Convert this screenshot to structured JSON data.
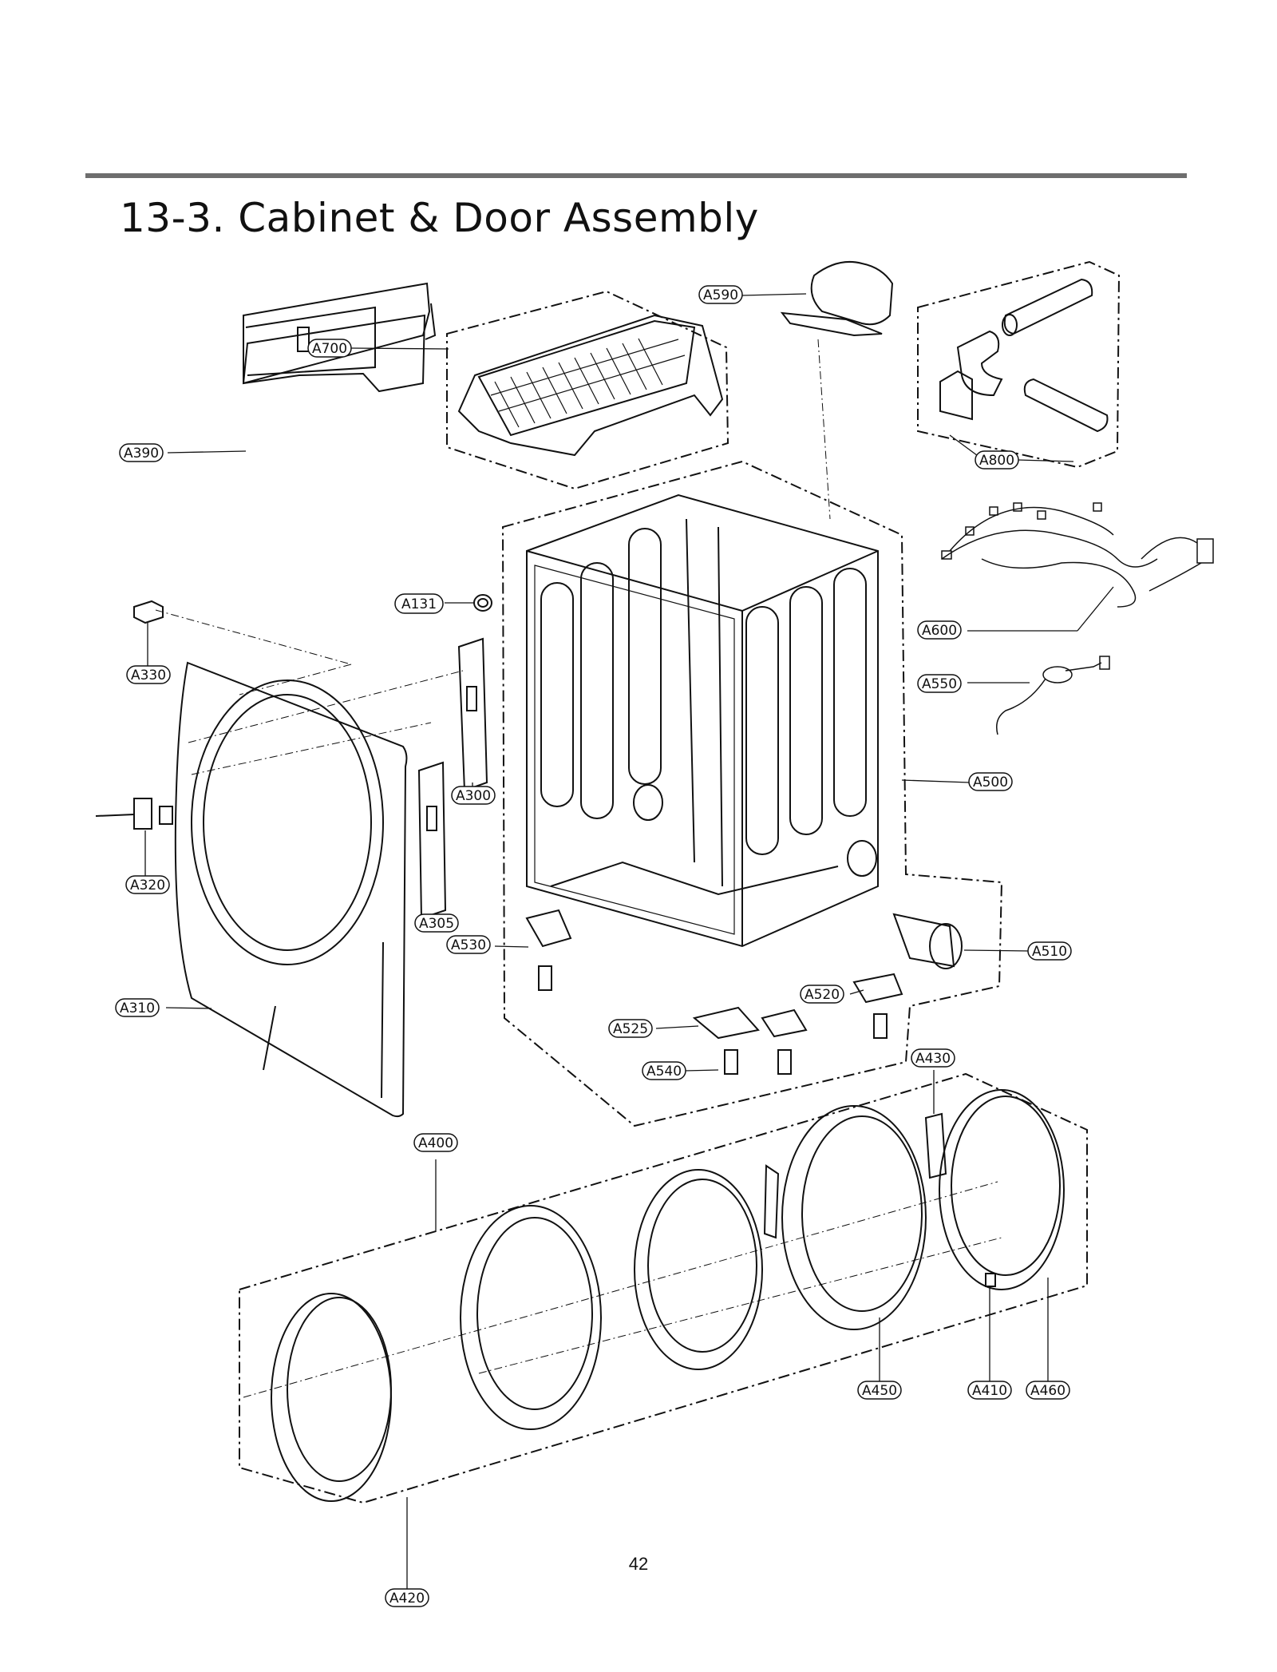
{
  "page": {
    "title": "13-3. Cabinet & Door Assembly",
    "page_number": "42"
  },
  "callouts": [
    {
      "id": "A590"
    },
    {
      "id": "A700"
    },
    {
      "id": "A390"
    },
    {
      "id": "A800"
    },
    {
      "id": "A131"
    },
    {
      "id": "A330"
    },
    {
      "id": "A600"
    },
    {
      "id": "A550"
    },
    {
      "id": "A300"
    },
    {
      "id": "A500"
    },
    {
      "id": "A320"
    },
    {
      "id": "A305"
    },
    {
      "id": "A530"
    },
    {
      "id": "A510"
    },
    {
      "id": "A310"
    },
    {
      "id": "A520"
    },
    {
      "id": "A525"
    },
    {
      "id": "A540"
    },
    {
      "id": "A430"
    },
    {
      "id": "A400"
    },
    {
      "id": "A450"
    },
    {
      "id": "A410"
    },
    {
      "id": "A460"
    },
    {
      "id": "A420"
    }
  ],
  "colors": {
    "rule": "#6e6e6e",
    "line": "#111111"
  }
}
